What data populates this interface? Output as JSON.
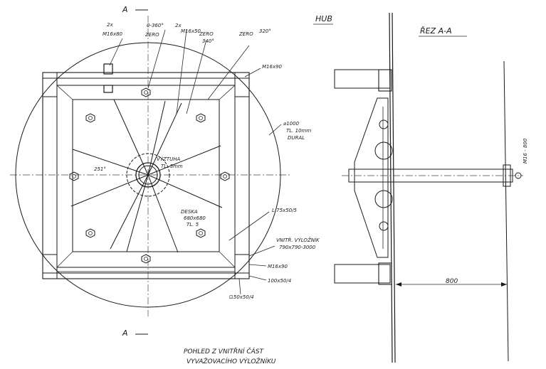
{
  "labels": {
    "section_a_top": "A",
    "section_a_bottom": "A",
    "hub": "HUB",
    "section_title": "ŘEZ A-A",
    "bolt_top_qty": "2x",
    "bolt_top_size": "M16x80",
    "angle_range": "0-360°",
    "zero": "ZERO",
    "bolt_2x": "2x",
    "bolt_m16x50": "M16x50",
    "zero_340": "ZERO",
    "deg_340": "340°",
    "zero_320": "ZERO",
    "deg_320": "320°",
    "bolt_m16x90_top": "M16x90",
    "disc_dia": "⌀1000",
    "disc_thk": "TL. 10mm",
    "disc_mat": "DURAL",
    "hub_note_1": "VÝZTUHA",
    "hub_note_2": "TL. 5mm",
    "angle_251": "251°",
    "plate_1": "DESKA",
    "plate_2": "680x680",
    "plate_3": "TL. 5",
    "angle_profile": "L 75x50/5",
    "frame_1": "VNITŘ. VÝLOŽNÍK",
    "frame_2": "790x790-3000",
    "bolt_m16x90_bot": "M16x90",
    "tube_100": "100x50/4",
    "tube_50": "⊡50x50/4",
    "caption_1": "POHLED Z VNITŘNÍ ČÁST",
    "caption_2": "VYVAŽOVACÍHO VÝLOŽNÍKU",
    "dim_800": "800",
    "rod_label": "M16 - 800"
  }
}
